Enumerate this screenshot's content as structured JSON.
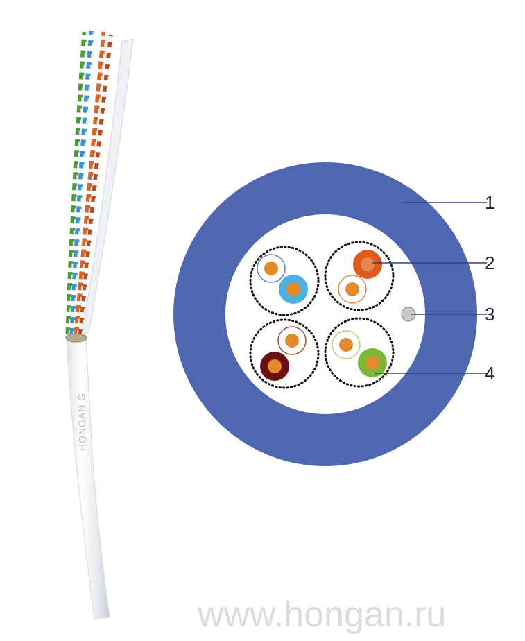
{
  "figure": {
    "callouts": [
      {
        "number": "1",
        "part": "outer jacket"
      },
      {
        "number": "2",
        "part": "twisted pair"
      },
      {
        "number": "3",
        "part": "rip cord"
      },
      {
        "number": "4",
        "part": "conductor"
      }
    ],
    "cable_print": "HONGAN G",
    "watermark": "www.hongan.ru"
  },
  "colors": {
    "jacket": "#4f67b0",
    "filler": "#ffffff",
    "conductor": "#e48a2a",
    "pair_blue": "#4ab1e0",
    "pair_blue_stripe": "#6a78c8",
    "pair_orange": "#e05a1e",
    "pair_orange_stripe": "#e48a4a",
    "pair_brown": "#6b1010",
    "pair_brown_stripe": "#a0522d",
    "pair_green": "#7ab83a",
    "pair_green_stripe": "#a8d878",
    "rip_cord": "#c9c9c9"
  }
}
